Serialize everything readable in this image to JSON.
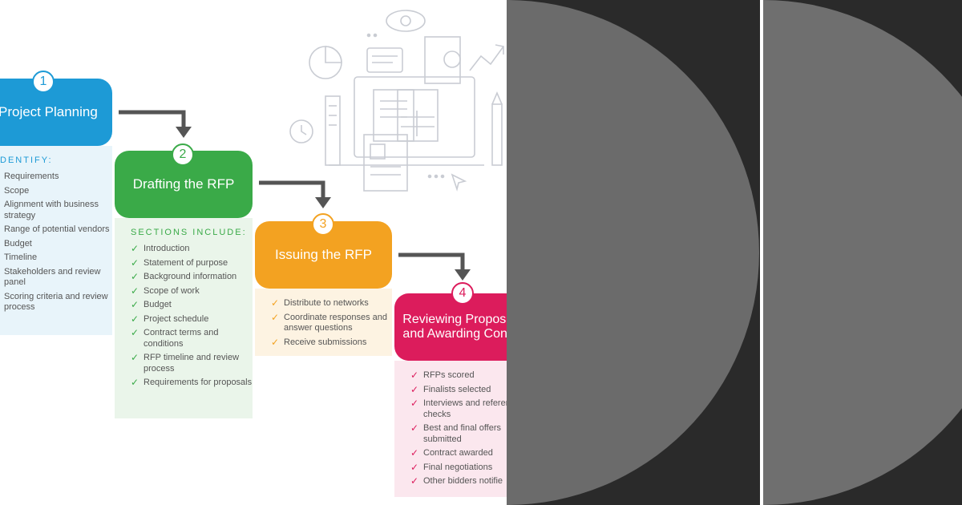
{
  "steps": [
    {
      "number": "1",
      "title": "Project Planning",
      "section_title": "DENTIFY:",
      "items": [
        "Requirements",
        "Scope",
        "Alignment with business strategy",
        "Range of potential vendors",
        "Budget",
        "Timeline",
        "Stakeholders and review panel",
        "Scoring criteria and review process"
      ]
    },
    {
      "number": "2",
      "title": "Drafting the RFP",
      "section_title": "SECTIONS INCLUDE:",
      "items": [
        "Introduction",
        "Statement of purpose",
        "Background information",
        "Scope of work",
        "Budget",
        "Project schedule",
        "Contract terms and conditions",
        "RFP timeline and review process",
        "Requirements for proposals"
      ]
    },
    {
      "number": "3",
      "title": "Issuing the RFP",
      "items": [
        "Distribute to networks",
        "Coordinate responses and answer questions",
        "Receive submissions"
      ]
    },
    {
      "number": "4",
      "title": "Reviewing Proposals and Awarding Contra",
      "items": [
        "RFPs scored",
        "Finalists selected",
        "Interviews and reference checks",
        "Best and final offers submitted",
        "Contract awarded",
        "Final negotiations",
        "Other bidders notifie"
      ]
    }
  ],
  "check_glyph": "✓",
  "colors": {
    "step1": "#1d9ad6",
    "step2": "#3aaa48",
    "step3": "#f3a221",
    "step4": "#dc1c5c",
    "arrow": "#555555"
  }
}
